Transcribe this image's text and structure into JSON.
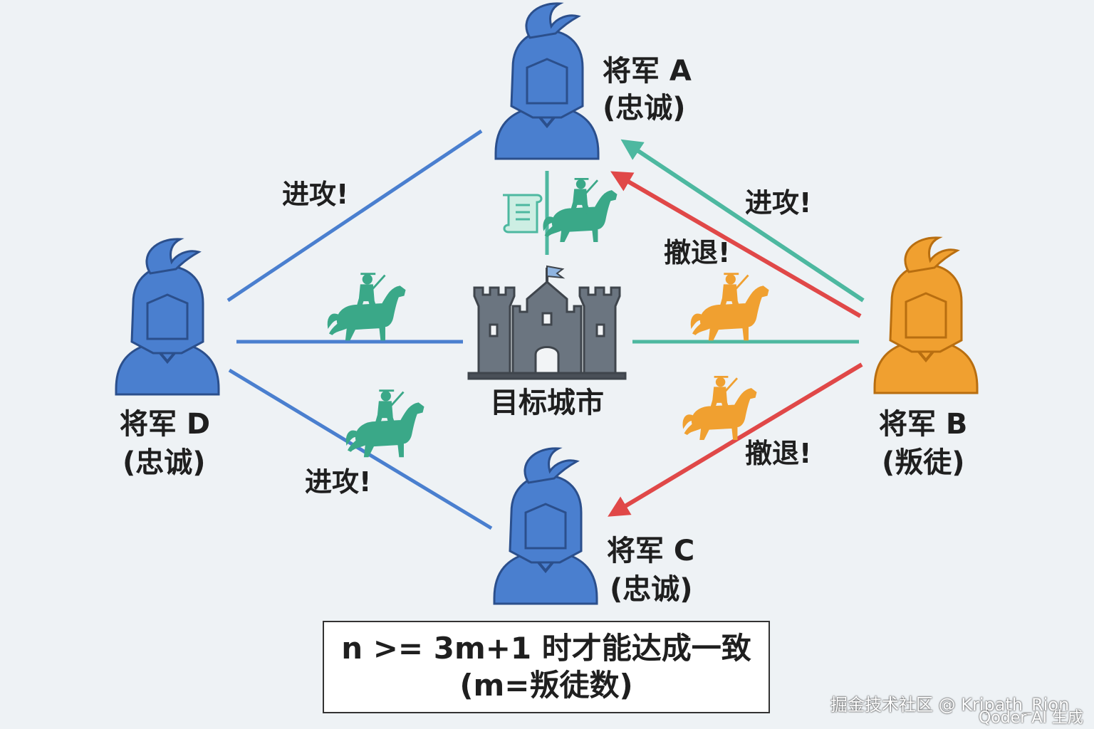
{
  "generals": [
    {
      "id": "a",
      "name": "将军 A",
      "role": "(忠诚)",
      "loyal": true
    },
    {
      "id": "b",
      "name": "将军 B",
      "role": "(叛徒)",
      "loyal": false
    },
    {
      "id": "c",
      "name": "将军 C",
      "role": "(忠诚)",
      "loyal": true
    },
    {
      "id": "d",
      "name": "将军 D",
      "role": "(忠诚)",
      "loyal": true
    }
  ],
  "messages": {
    "d_to_a": "进攻!",
    "d_to_c": "进攻!",
    "b_to_a_attack": "进攻!",
    "b_to_a_retreat": "撤退!",
    "b_to_c_retreat": "撤退!"
  },
  "city": {
    "label": "目标城市"
  },
  "rule": {
    "line1": "n >= 3m+1 时才能达成一致",
    "line2": "(m=叛徒数)"
  },
  "watermark": {
    "line1": "掘金技术社区 @ Kripath_Rion",
    "line2": "Qoder AI 生成"
  },
  "colors": {
    "loyal": "#4a7fcf",
    "loyal_stroke": "#2b4f8c",
    "traitor": "#f0a030",
    "traitor_stroke": "#b86e10",
    "teal": "#4db8a0",
    "red": "#e04848",
    "castle": "#6b7580"
  }
}
